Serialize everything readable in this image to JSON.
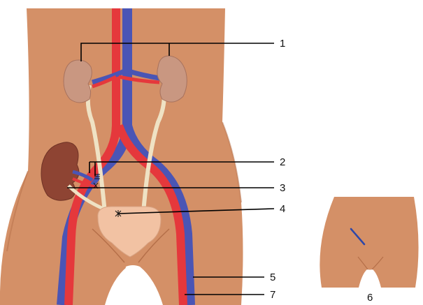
{
  "labels": {
    "l1": "1",
    "l2": "2",
    "l3": "3",
    "l4": "4",
    "l5": "5",
    "l6": "6",
    "l7": "7"
  },
  "colors": {
    "skin": "#d49067",
    "skin_dark": "#b56f49",
    "kidney": "#c99781",
    "kidney_transplant": "#8e4433",
    "artery": "#e5383c",
    "vein": "#4a55b5",
    "ureter": "#efe2c4",
    "bladder": "#f2c2a3",
    "incision": "#2d47a8"
  }
}
